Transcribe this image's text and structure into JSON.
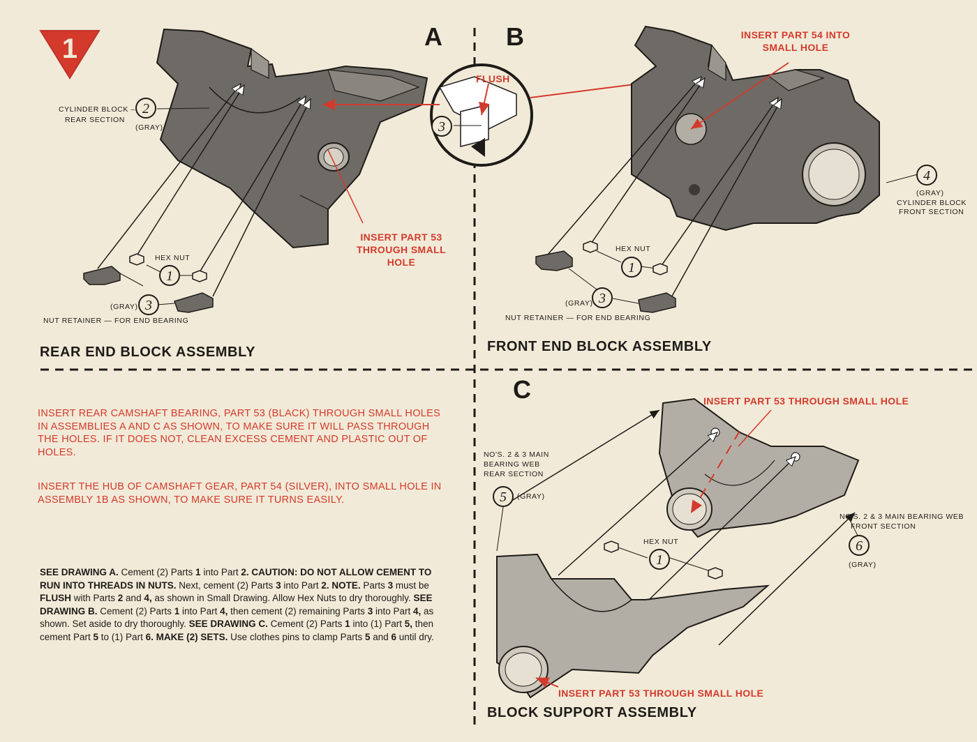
{
  "step_number": "1",
  "sections": {
    "a": {
      "letter": "A",
      "title": "REAR END BLOCK ASSEMBLY"
    },
    "b": {
      "letter": "B",
      "title": "FRONT END BLOCK ASSEMBLY"
    },
    "c": {
      "letter": "C",
      "title": "BLOCK SUPPORT ASSEMBLY"
    }
  },
  "detail": {
    "flush_label": "FLUSH",
    "part": "3"
  },
  "labels_a": {
    "cyl_block": "CYLINDER BLOCK –",
    "rear_section": "REAR SECTION",
    "part2": "2",
    "gray": "(GRAY)",
    "insert53": "INSERT PART 53",
    "through": "THROUGH SMALL HOLE",
    "hex_nut": "HEX NUT",
    "part1": "1",
    "part3": "3",
    "gray3": "(GRAY)",
    "retainer": "NUT RETAINER — FOR END BEARING"
  },
  "labels_b": {
    "insert54": "INSERT PART 54 INTO",
    "small_hole": "SMALL HOLE",
    "part4": "4",
    "gray4": "(GRAY)",
    "cyl_block": "CYLINDER BLOCK",
    "front_section": "FRONT SECTION",
    "hex_nut": "HEX NUT",
    "part1": "1",
    "part3": "3",
    "gray3": "(GRAY)",
    "retainer": "NUT RETAINER — FOR END BEARING"
  },
  "labels_c": {
    "insert_top": "INSERT PART 53 THROUGH SMALL HOLE",
    "insert_bottom": "INSERT PART 53 THROUGH SMALL HOLE",
    "web_rear_1": "NO'S. 2 & 3 MAIN",
    "web_rear_2": "BEARING WEB",
    "web_rear_3": "REAR SECTION",
    "part5": "5",
    "gray5": "(GRAY)",
    "web_front_1": "NO'S. 2 & 3 MAIN BEARING WEB",
    "web_front_2": "FRONT SECTION",
    "part6": "6",
    "gray6": "(GRAY)",
    "hex_nut": "HEX NUT",
    "part1": "1"
  },
  "instructions": {
    "para1": "INSERT REAR CAMSHAFT BEARING, PART 53 (BLACK) THROUGH SMALL HOLES IN ASSEMBLIES A AND C AS SHOWN, TO MAKE SURE IT WILL PASS THROUGH THE HOLES. IF IT DOES NOT, CLEAN EXCESS CEMENT AND PLASTIC OUT OF HOLES.",
    "para2": "INSERT THE HUB OF CAMSHAFT GEAR, PART 54 (SILVER), INTO SMALL HOLE IN ASSEMBLY 1B AS SHOWN, TO MAKE SURE IT TURNS EASILY.",
    "para3": [
      {
        "t": "SEE DRAWING A.",
        "b": true
      },
      {
        "t": " Cement (2) Parts "
      },
      {
        "t": "1",
        "b": true
      },
      {
        "t": " into Part "
      },
      {
        "t": "2.",
        "b": true
      },
      {
        "t": " CAUTION: DO NOT ALLOW CEMENT TO RUN INTO THREADS IN NUTS.",
        "b": true
      },
      {
        "t": " Next, cement (2) Parts "
      },
      {
        "t": "3",
        "b": true
      },
      {
        "t": " into Part "
      },
      {
        "t": "2.",
        "b": true
      },
      {
        "t": " NOTE.",
        "b": true
      },
      {
        "t": " Parts "
      },
      {
        "t": "3",
        "b": true
      },
      {
        "t": " must be "
      },
      {
        "t": "FLUSH",
        "b": true
      },
      {
        "t": " with Parts "
      },
      {
        "t": "2",
        "b": true
      },
      {
        "t": " and "
      },
      {
        "t": "4,",
        "b": true
      },
      {
        "t": " as shown in Small Drawing. Allow Hex Nuts to dry thoroughly. "
      },
      {
        "t": "SEE DRAWING B.",
        "b": true
      },
      {
        "t": " Cement (2) Parts "
      },
      {
        "t": "1",
        "b": true
      },
      {
        "t": " into Part "
      },
      {
        "t": "4,",
        "b": true
      },
      {
        "t": " then cement (2) remaining Parts "
      },
      {
        "t": "3",
        "b": true
      },
      {
        "t": " into Part "
      },
      {
        "t": "4,",
        "b": true
      },
      {
        "t": " as shown. Set aside to dry thoroughly. "
      },
      {
        "t": "SEE DRAWING C.",
        "b": true
      },
      {
        "t": " Cement (2) Parts "
      },
      {
        "t": "1",
        "b": true
      },
      {
        "t": " into (1) Part "
      },
      {
        "t": "5,",
        "b": true
      },
      {
        "t": " then cement Part "
      },
      {
        "t": "5",
        "b": true
      },
      {
        "t": " to (1) Part "
      },
      {
        "t": "6.",
        "b": true
      },
      {
        "t": " MAKE (2) SETS.",
        "b": true
      },
      {
        "t": " Use clothes pins to clamp Parts "
      },
      {
        "t": "5",
        "b": true
      },
      {
        "t": " and "
      },
      {
        "t": "6",
        "b": true
      },
      {
        "t": " until dry."
      }
    ]
  },
  "colors": {
    "paper": "#f2ead8",
    "ink": "#1d1b18",
    "red": "#d33a2c",
    "part_gray": "#6e6b66",
    "part_light": "#b3aea5"
  }
}
